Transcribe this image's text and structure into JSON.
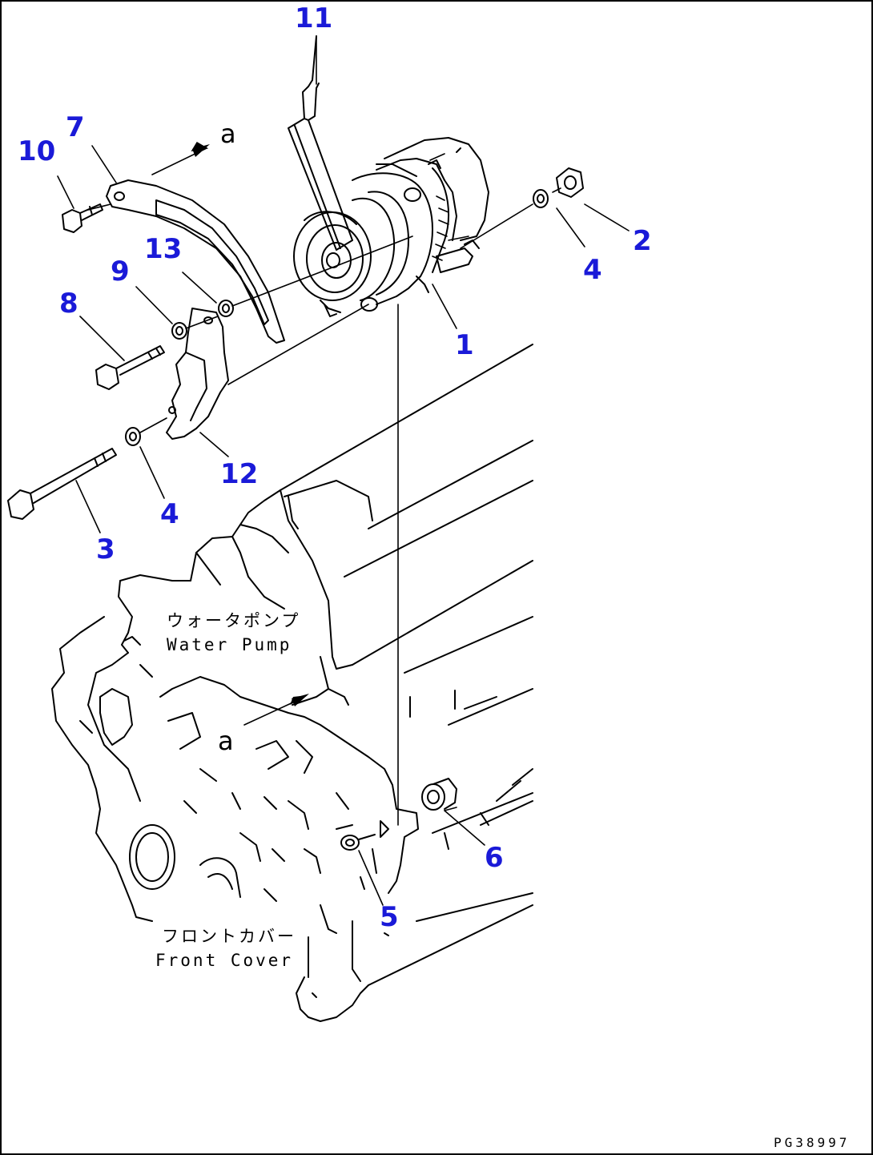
{
  "parts": {
    "p1": "1",
    "p2": "2",
    "p3": "3",
    "p4a": "4",
    "p4b": "4",
    "p5": "5",
    "p6": "6",
    "p7": "7",
    "p8": "8",
    "p9": "9",
    "p10": "10",
    "p11": "11",
    "p12": "12",
    "p13": "13"
  },
  "labels": {
    "water_pump_jp": "ウォータポンプ",
    "water_pump_en": "Water Pump",
    "front_cover_jp": "フロントカバー",
    "front_cover_en": "Front Cover",
    "ref_a_top": "a",
    "ref_a_bottom": "a"
  },
  "drawing_code": "PG38997",
  "colors": {
    "part_number": "#1a1ad8",
    "line": "#000000",
    "background": "#ffffff"
  }
}
